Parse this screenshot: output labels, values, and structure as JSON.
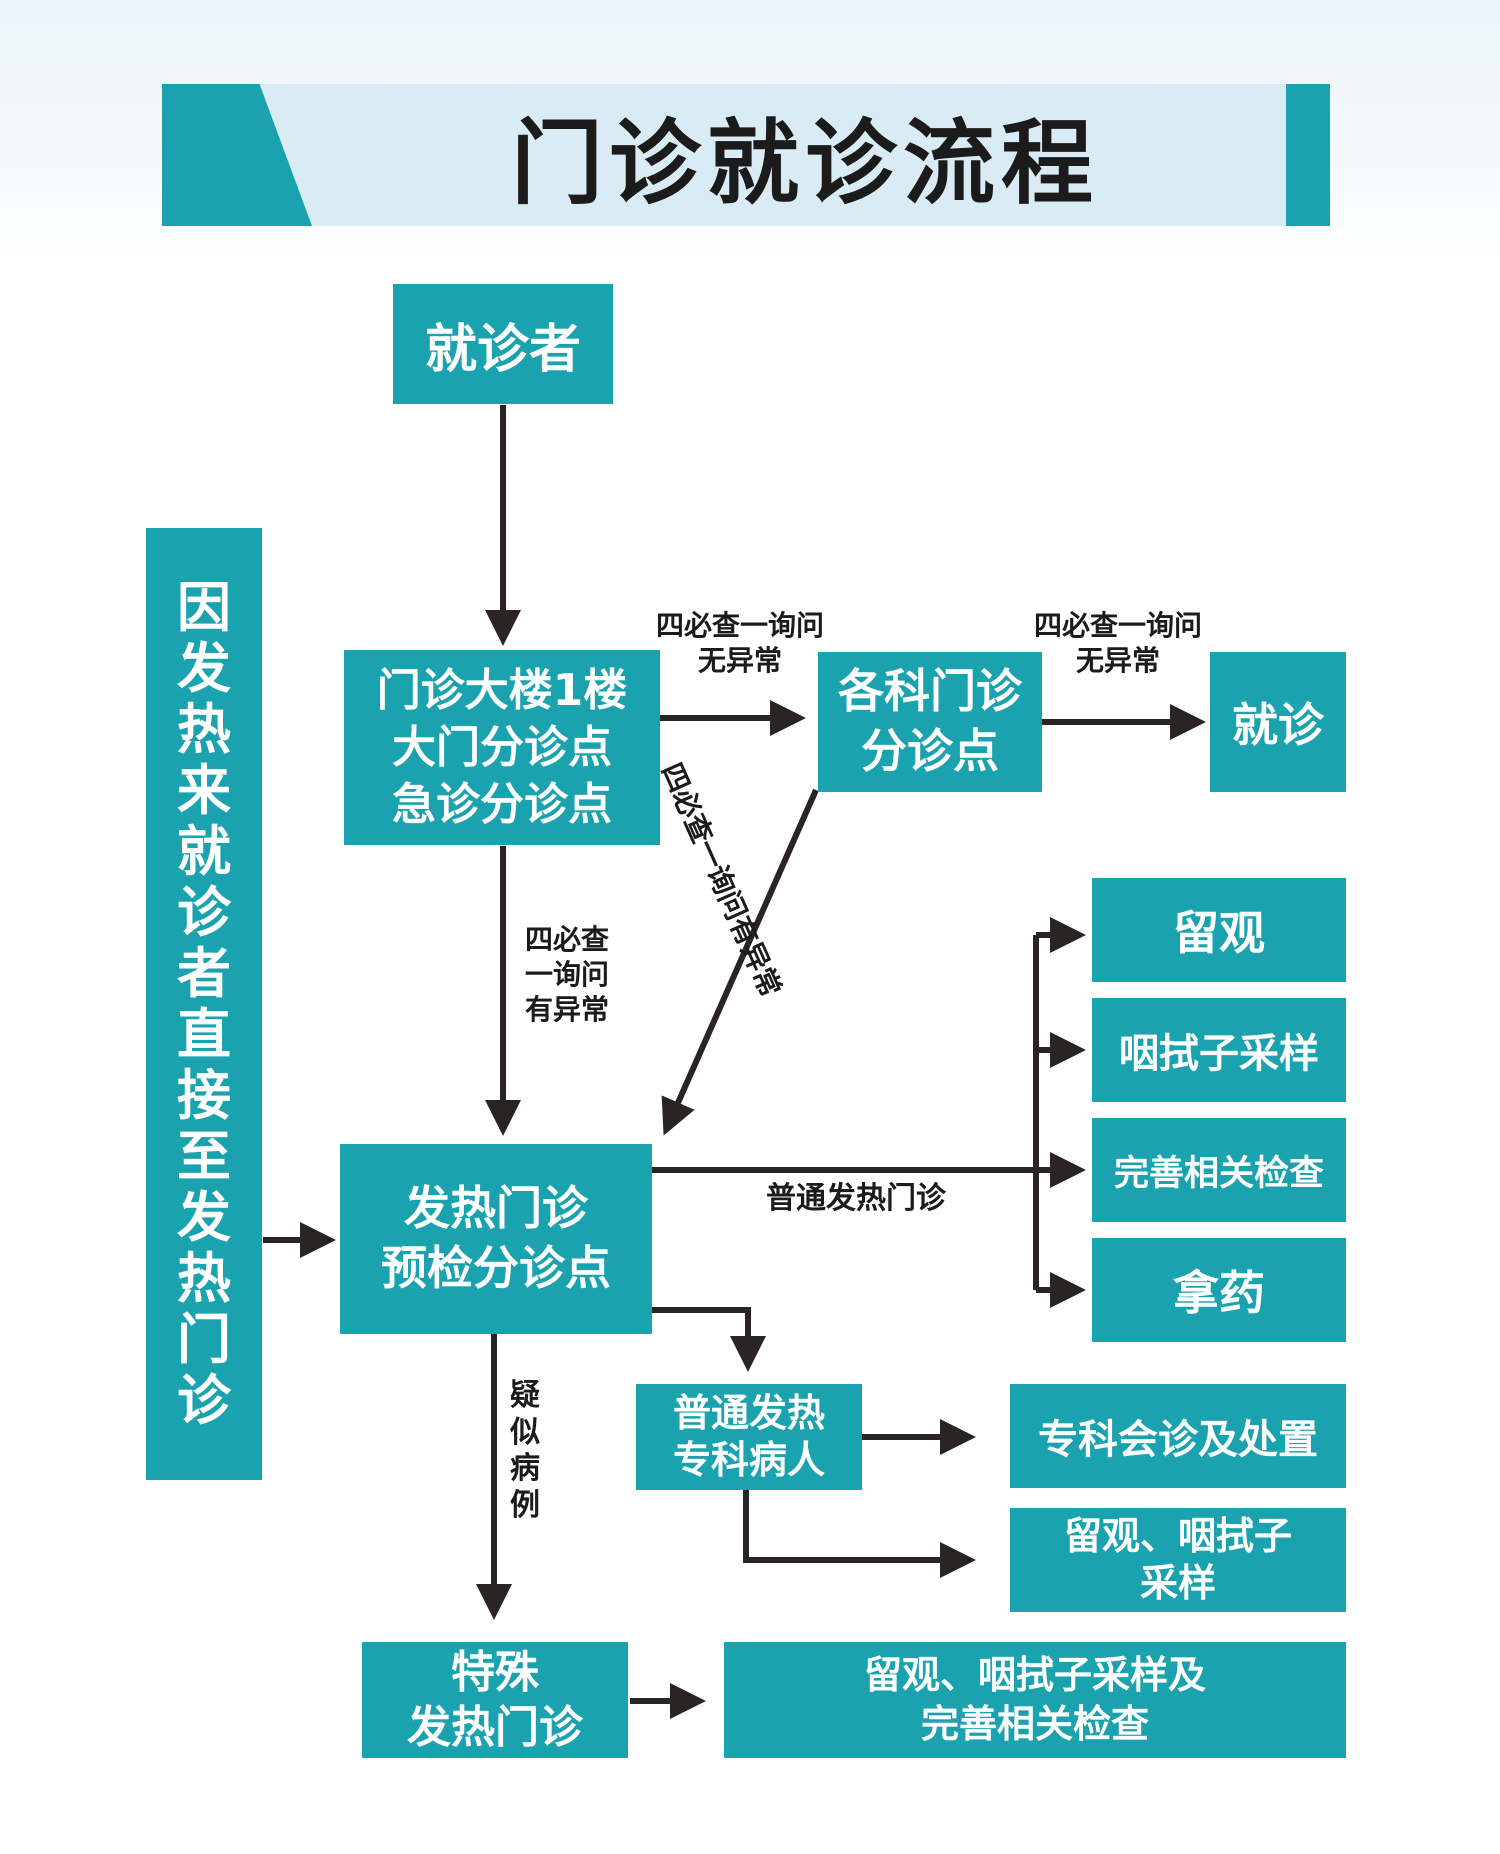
{
  "title": "门诊就诊流程",
  "colors": {
    "box": "#1aa2ae",
    "arrow": "#2b2424",
    "title_band": "#d9ecf5"
  },
  "nodes": {
    "patient": "就诊者",
    "side_note": "因发热来就诊者直接至发热门诊",
    "triage_main": "门诊大楼1楼\n大门分诊点\n急诊分诊点",
    "dept_triage": "各科门诊\n分诊点",
    "visit": "就诊",
    "fever_triage": "发热门诊\n预检分诊点",
    "obs": "留观",
    "swab": "咽拭子采样",
    "exams": "完善相关检查",
    "medicine": "拿药",
    "general_fever_special": "普通发热\n专科病人",
    "consult": "专科会诊及处置",
    "obs_swab": "留观、咽拭子\n采样",
    "special_fever": "特殊\n发热门诊",
    "special_result": "留观、咽拭子采样及\n完善相关检查"
  },
  "edge_labels": {
    "normal_1": "四必查一询问\n无异常",
    "normal_2": "四必查一询问\n无异常",
    "abnormal_1": "四必查\n一询问\n有异常",
    "abnormal_2": "四必查一询问有异常",
    "general_fever": "普通发热门诊",
    "suspected": "疑\n似\n病\n例"
  }
}
